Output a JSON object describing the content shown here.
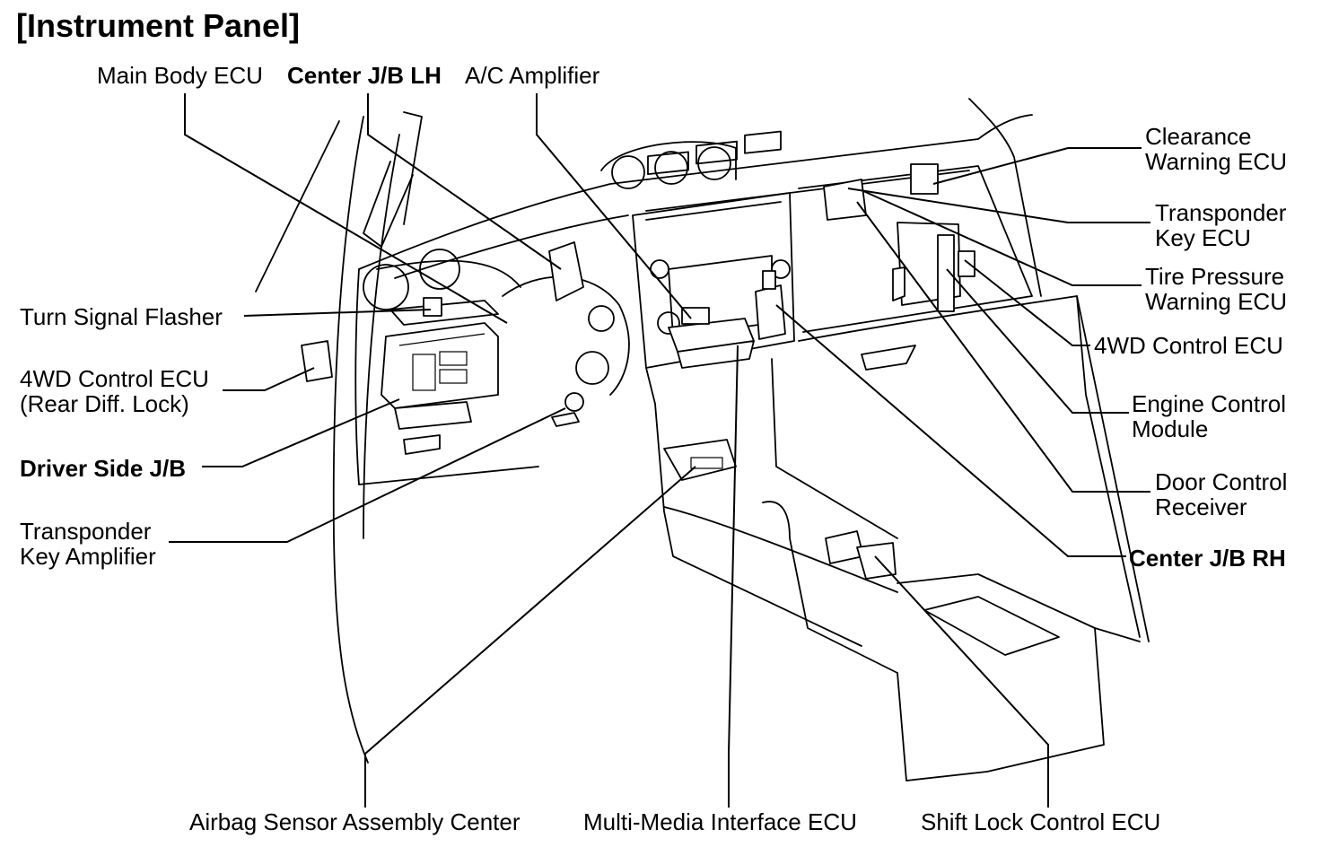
{
  "title": "[Instrument Panel]",
  "labels": {
    "main_body_ecu": "Main Body ECU",
    "center_jb_lh": "Center J/B LH",
    "ac_amplifier": "A/C Amplifier",
    "turn_signal_flasher": "Turn Signal Flasher",
    "fourwd_rear_1": "4WD Control ECU",
    "fourwd_rear_2": "(Rear Diff. Lock)",
    "driver_side_jb": "Driver Side J/B",
    "transponder_amp_1": "Transponder",
    "transponder_amp_2": "Key Amplifier",
    "airbag_sensor": "Airbag Sensor Assembly Center",
    "multimedia_ecu": "Multi-Media Interface ECU",
    "shift_lock_ecu": "Shift Lock Control ECU",
    "clearance_1": "Clearance",
    "clearance_2": "Warning ECU",
    "transponder_ecu_1": "Transponder",
    "transponder_ecu_2": "Key ECU",
    "tire_pressure_1": "Tire Pressure",
    "tire_pressure_2": "Warning ECU",
    "fourwd_ecu": "4WD Control ECU",
    "engine_control_1": "Engine Control",
    "engine_control_2": "Module",
    "door_control_1": "Door Control",
    "door_control_2": "Receiver",
    "center_jb_rh": "Center J/B RH"
  }
}
